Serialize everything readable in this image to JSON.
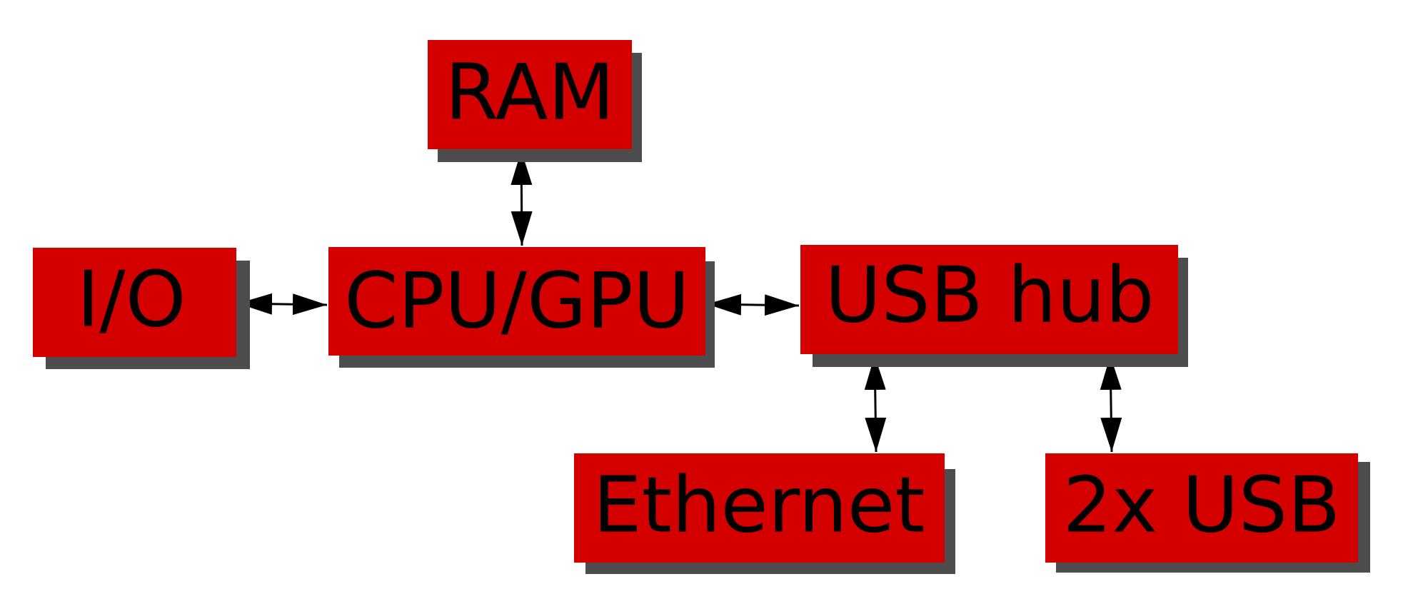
{
  "diagram": {
    "colors": {
      "box": "#d40000",
      "shadow": "#4d4d4d",
      "arrow": "#000000"
    },
    "nodes": {
      "ram": "RAM",
      "io": "I/O",
      "cpu": "CPU/GPU",
      "usb_hub": "USB hub",
      "ethernet": "Ethernet",
      "usb2x": "2x USB"
    },
    "edges": [
      {
        "from": "ram",
        "to": "cpu",
        "direction": "bidirectional"
      },
      {
        "from": "io",
        "to": "cpu",
        "direction": "bidirectional"
      },
      {
        "from": "cpu",
        "to": "usb_hub",
        "direction": "bidirectional"
      },
      {
        "from": "usb_hub",
        "to": "ethernet",
        "direction": "bidirectional"
      },
      {
        "from": "usb_hub",
        "to": "usb2x",
        "direction": "bidirectional"
      }
    ]
  }
}
